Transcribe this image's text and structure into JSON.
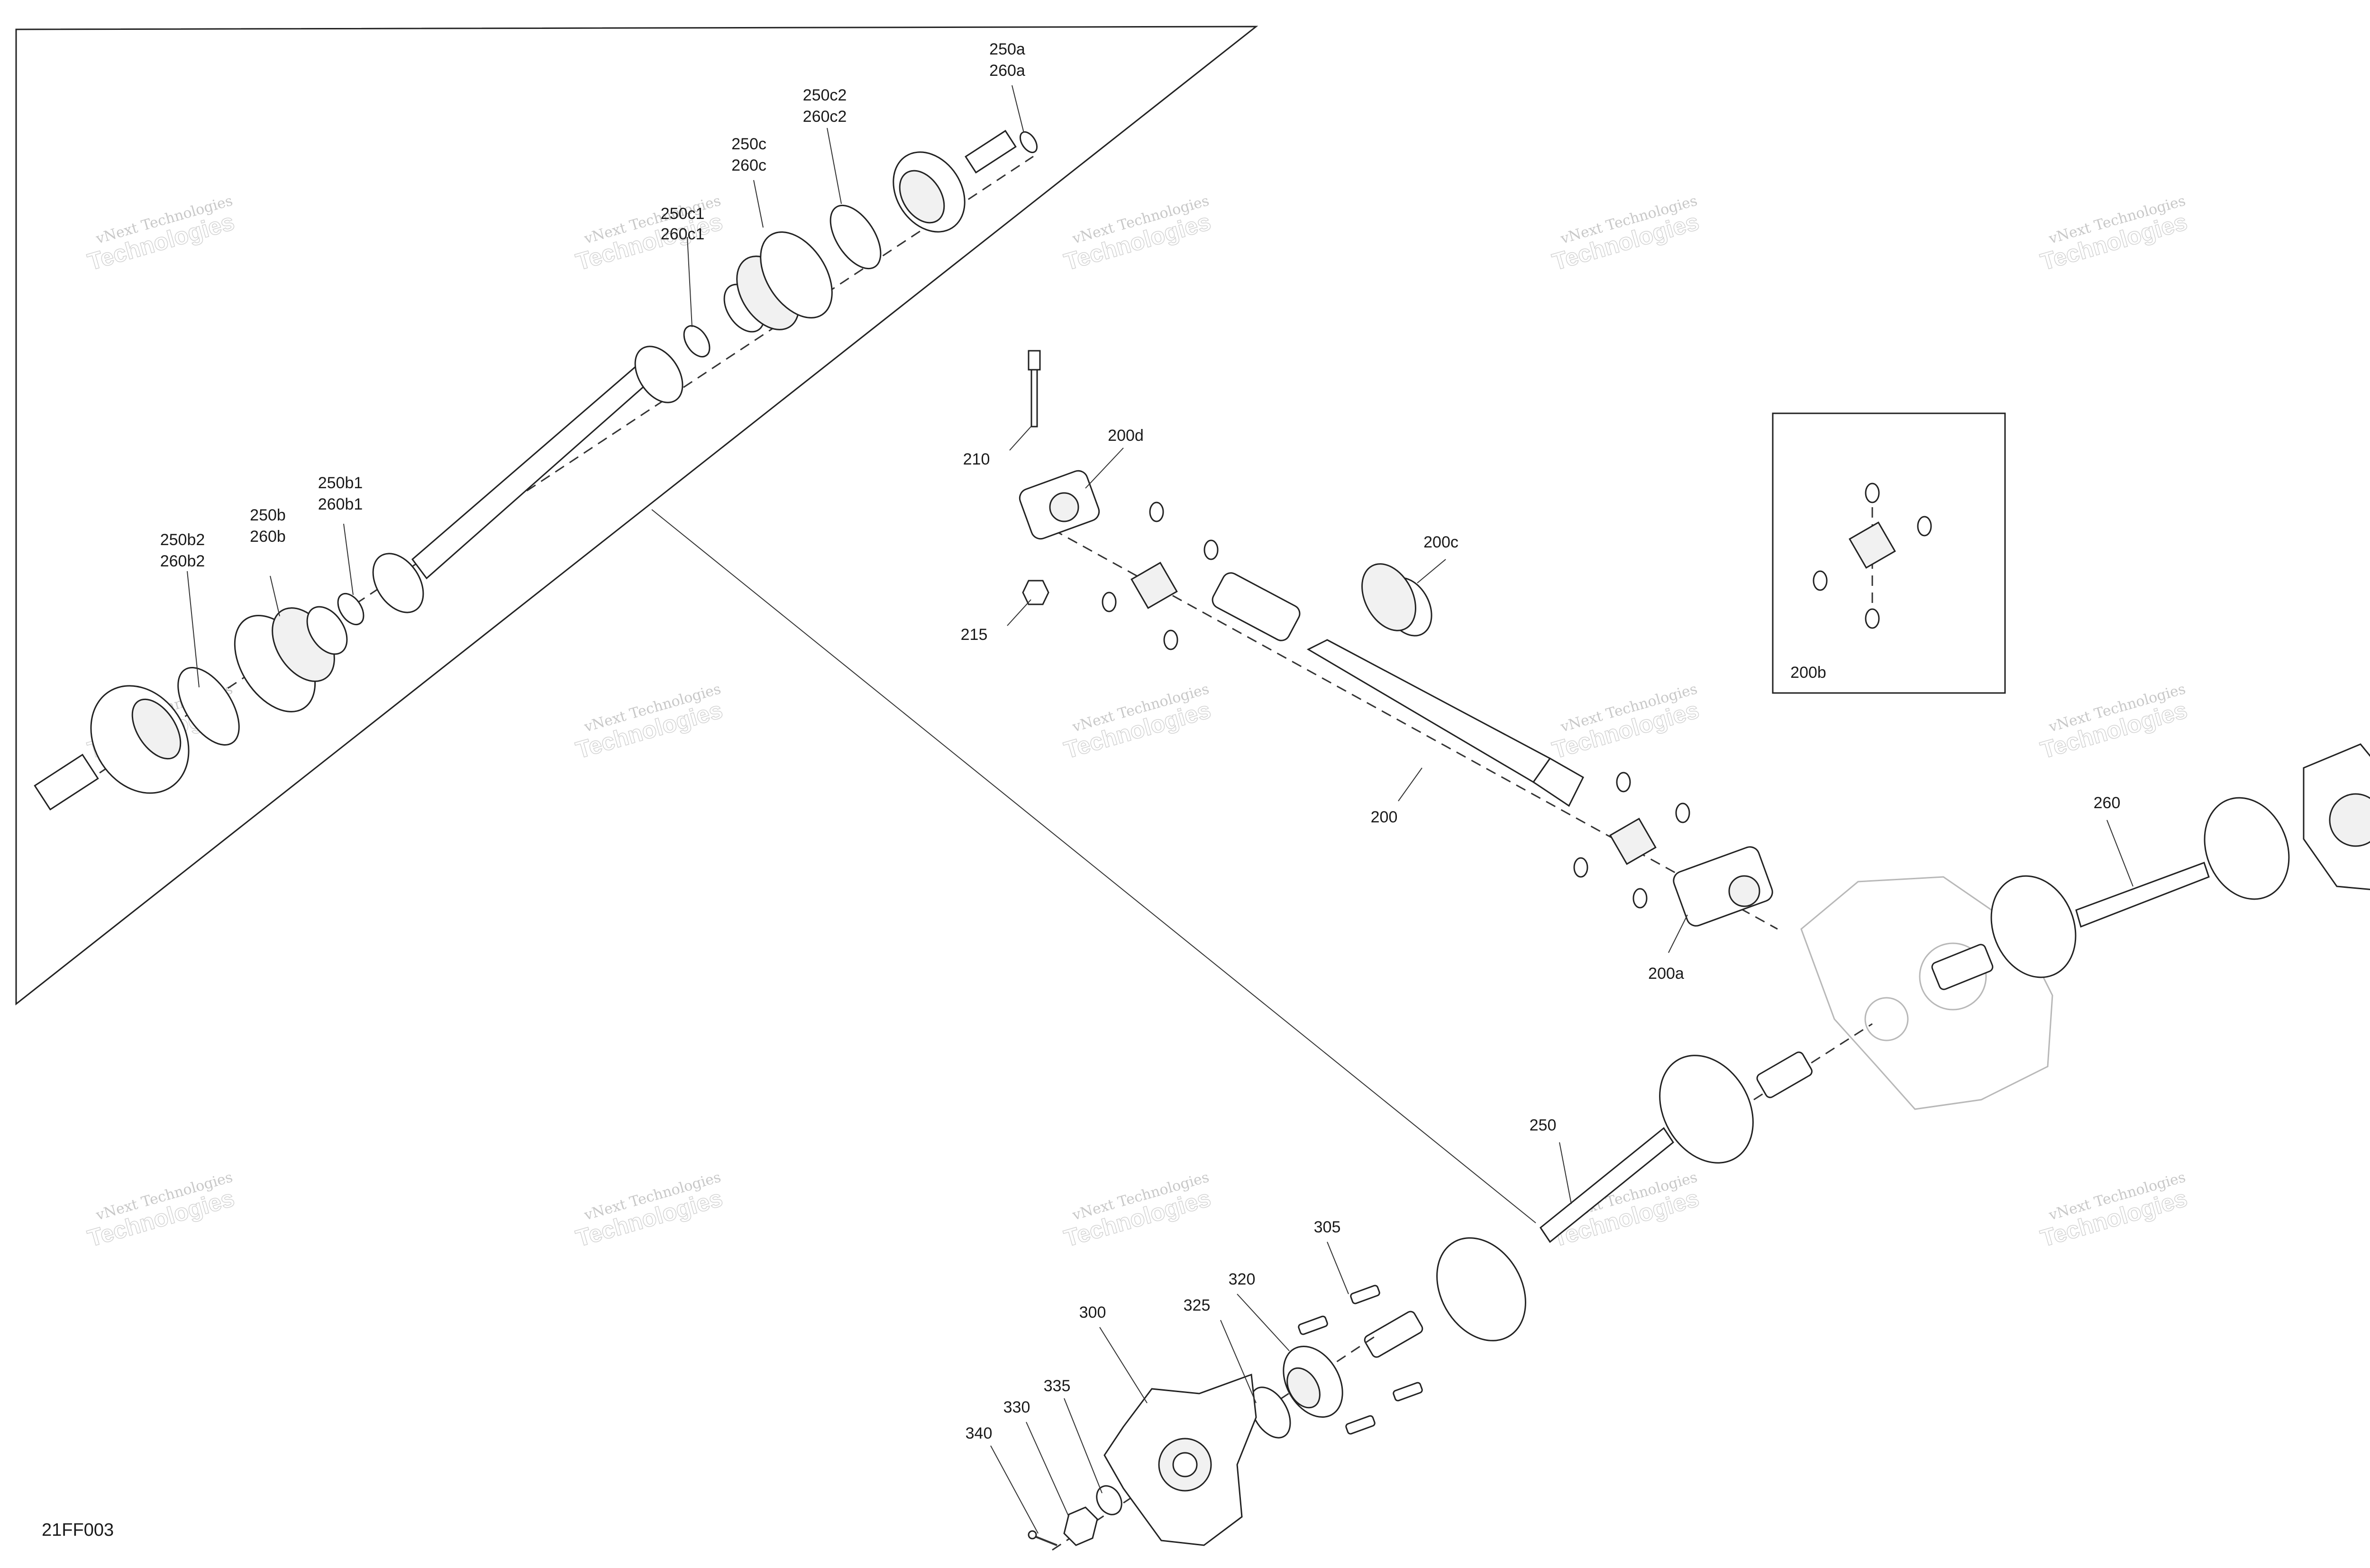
{
  "diagram_code": "21FF003",
  "watermark": {
    "line1": "vNext Technologies",
    "line2": "Technologies"
  },
  "callouts": {
    "c200": "200",
    "c200a": "200a",
    "c200b": "200b",
    "c200c": "200c",
    "c200d": "200d",
    "c210": "210",
    "c215": "215",
    "c250": "250",
    "c250a": [
      "250a",
      "260a"
    ],
    "c250b": [
      "250b",
      "260b"
    ],
    "c250b1": [
      "250b1",
      "260b1"
    ],
    "c250b2": [
      "250b2",
      "260b2"
    ],
    "c250c": [
      "250c",
      "260c"
    ],
    "c250c1": [
      "250c1",
      "260c1"
    ],
    "c250c2": [
      "250c2",
      "260c2"
    ],
    "c260": "260",
    "c300": "300",
    "c305": "305",
    "c320": "320",
    "c325": "325",
    "c330": "330",
    "c335": "335",
    "c340": "340"
  }
}
